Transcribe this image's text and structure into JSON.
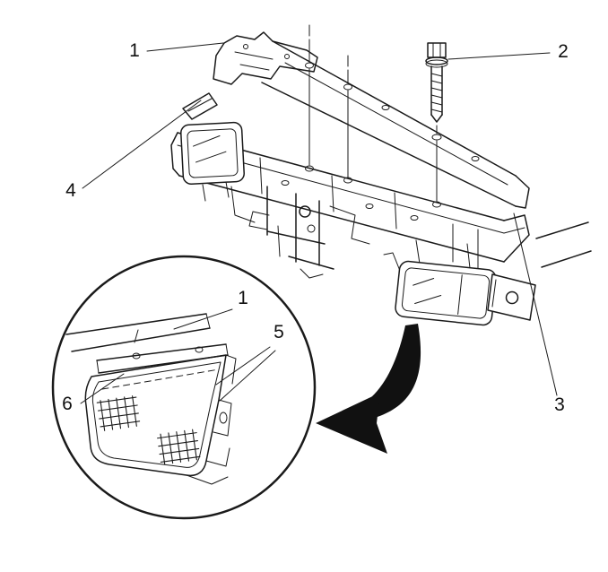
{
  "diagram": {
    "callouts": {
      "main": [
        {
          "id": "1",
          "label": "1"
        },
        {
          "id": "2",
          "label": "2"
        },
        {
          "id": "3",
          "label": "3"
        },
        {
          "id": "4",
          "label": "4"
        }
      ],
      "inset": [
        {
          "id": "1",
          "label": "1"
        },
        {
          "id": "5",
          "label": "5"
        },
        {
          "id": "6",
          "label": "6"
        }
      ]
    },
    "colors": {
      "line": "#1a1a1a",
      "background": "#ffffff",
      "arrow": "#111111"
    }
  }
}
